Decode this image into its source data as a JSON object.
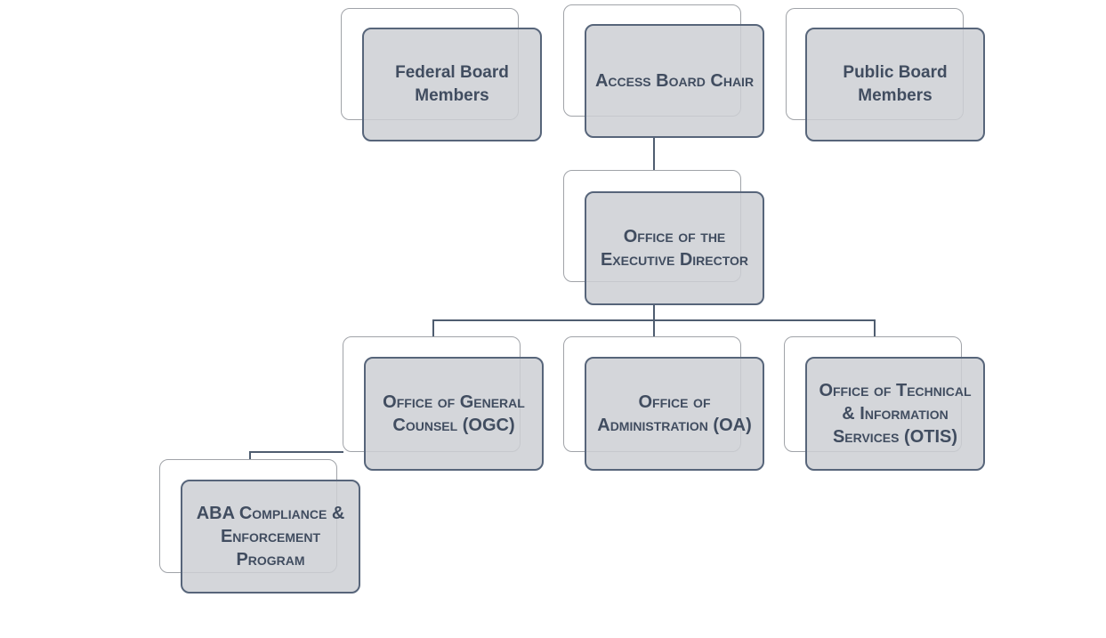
{
  "nodes": {
    "federal": "Federal Board Members",
    "chair": "Access Board Chair",
    "public": "Public Board Members",
    "exec": "Office of the Executive Director",
    "ogc": "Office of General Counsel (OGC)",
    "oa": "Office of Administration (OA)",
    "otis": "Office of Technical & Information Services (OTIS)",
    "aba": "ABA Compliance & Enforcement Program"
  },
  "colors": {
    "box_fill": "#cfd1d5",
    "box_border": "#57657a",
    "text": "#414d60"
  }
}
